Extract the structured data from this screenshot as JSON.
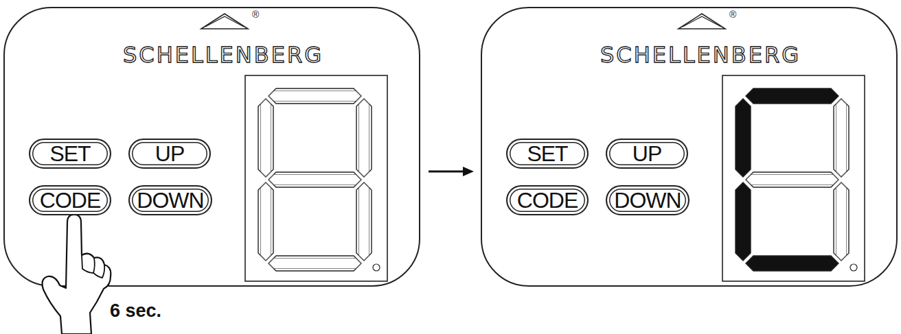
{
  "diagram": {
    "nodes": [
      {
        "text": [
          "SCHELLENBERG"
        ]
      },
      {
        "text": [
          "SET"
        ],
        "in": 0
      },
      {
        "text": [
          "UP"
        ],
        "in": 0
      },
      {
        "text": [
          "CODE"
        ],
        "in": 0
      },
      {
        "text": [
          "DOWN"
        ],
        "in": 0
      },
      {
        "text": [
          "SCHELLENBERG"
        ]
      },
      {
        "text": [
          "SET"
        ],
        "in": 5
      },
      {
        "text": [
          "UP"
        ],
        "in": 5
      },
      {
        "text": [
          "CODE"
        ],
        "in": 5
      },
      {
        "text": [
          "DOWN"
        ],
        "in": 5
      }
    ],
    "edges": [
      {
        "from": 0,
        "to": 5,
        "arrow": "to"
      }
    ],
    "labels": [
      "®",
      "®",
      "6 sec."
    ]
  }
}
